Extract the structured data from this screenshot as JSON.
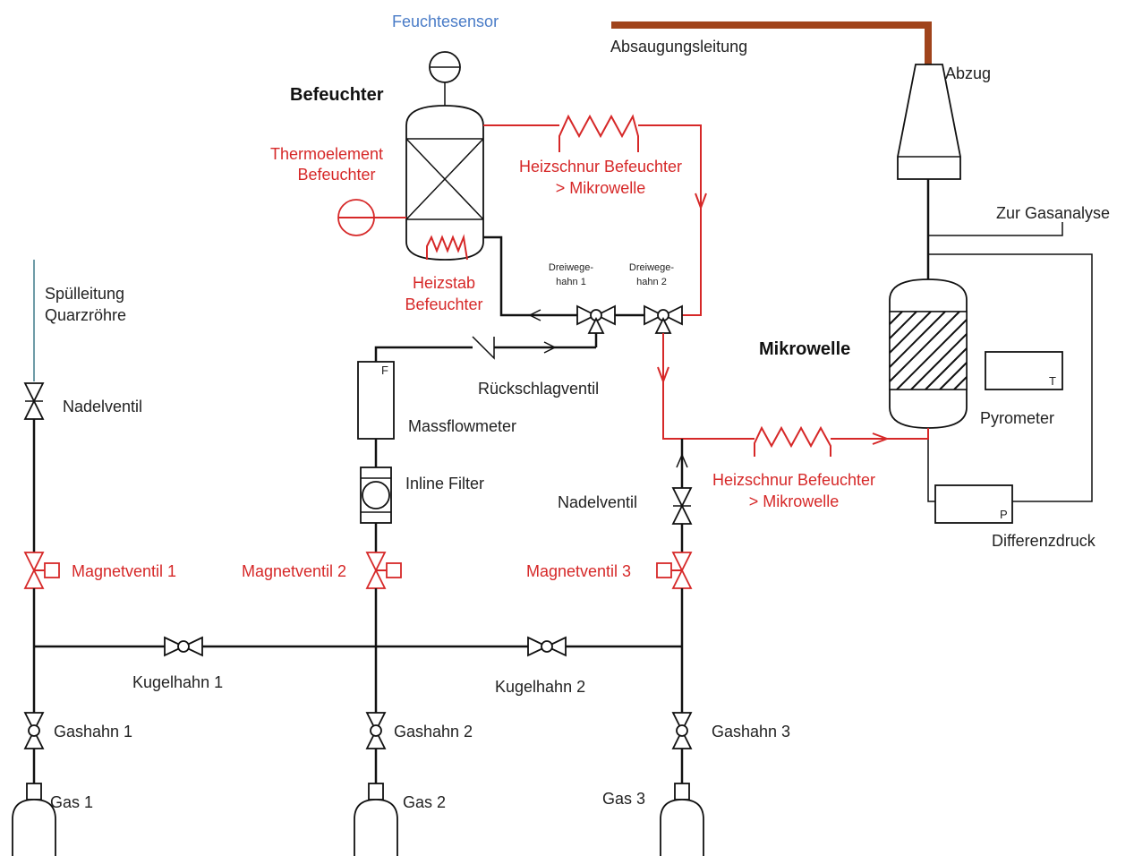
{
  "colors": {
    "pipe": "#111111",
    "heated": "#d62828",
    "sensor": "#4a7cc7",
    "exhaust": "#a0441c"
  },
  "labels": {
    "feuchtesensor": "Feuchtesensor",
    "absaugungsleitung": "Absaugungsleitung",
    "abzug": "Abzug",
    "befeuchter": "Befeuchter",
    "thermoelement_1": "Thermoelement",
    "thermoelement_2": "Befeuchter",
    "heizschnur_top_1": "Heizschnur Befeuchter",
    "heizschnur_top_2": "> Mikrowelle",
    "heizstab_1": "Heizstab",
    "heizstab_2": "Befeuchter",
    "zur_gasanalyse": "Zur Gasanalyse",
    "spuelleitung_1": "Spülleitung",
    "spuelleitung_2": "Quarzröhre",
    "dreiwege1_1": "Dreiwege-",
    "dreiwege1_2": "hahn 1",
    "dreiwege2_1": "Dreiwege-",
    "dreiwege2_2": "hahn 2",
    "mikrowelle": "Mikrowelle",
    "rueckschlagventil": "Rückschlagventil",
    "pyrometer": "Pyrometer",
    "pyrometer_mark": "T",
    "nadelventil_1": "Nadelventil",
    "massflowmeter": "Massflowmeter",
    "massflowmeter_mark": "F",
    "inline_filter": "Inline Filter",
    "heizschnur_bottom_1": "Heizschnur Befeuchter",
    "heizschnur_bottom_2": "> Mikrowelle",
    "nadelventil_2": "Nadelventil",
    "differenzdruck": "Differenzdruck",
    "differenzdruck_mark": "P",
    "magnetventil_1": "Magnetventil 1",
    "magnetventil_2": "Magnetventil 2",
    "magnetventil_3": "Magnetventil 3",
    "kugelhahn_1": "Kugelhahn 1",
    "kugelhahn_2": "Kugelhahn 2",
    "gashahn_1": "Gashahn 1",
    "gashahn_2": "Gashahn 2",
    "gashahn_3": "Gashahn 3",
    "gas_1": "Gas 1",
    "gas_2": "Gas 2",
    "gas_3": "Gas 3"
  }
}
